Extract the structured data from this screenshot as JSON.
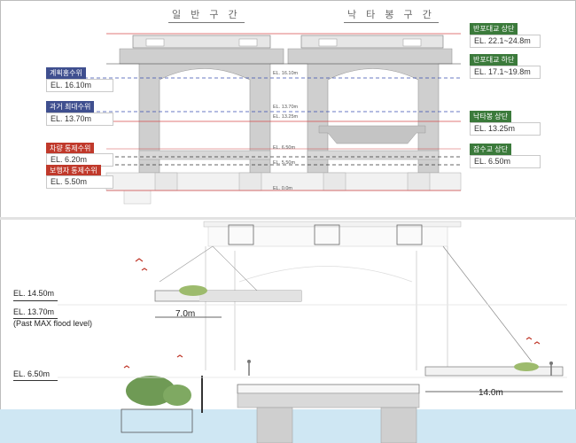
{
  "top": {
    "section_general": "일 반 구 간",
    "section_sunset": "낙 타 봉 구 간",
    "left_labels": [
      {
        "title": "계획홍수위",
        "value": "EL. 16.10m",
        "color": "#3f4f8f"
      },
      {
        "title": "과거 최대수위",
        "value": "EL. 13.70m",
        "color": "#3f4f8f"
      },
      {
        "title": "차량 통제수위",
        "value": "EL. 6.20m",
        "color": "#c0392b"
      },
      {
        "title": "보행자 통제수위",
        "value": "EL. 5.50m",
        "color": "#c0392b"
      }
    ],
    "right_labels": [
      {
        "title": "반포대교 상단",
        "value": "EL. 22.1~24.8m",
        "color": "#3b7a3b"
      },
      {
        "title": "반포대교 하단",
        "value": "EL. 17.1~19.8m",
        "color": "#3b7a3b"
      },
      {
        "title": "낙타봉 상단",
        "value": "EL. 13.25m",
        "color": "#3b7a3b"
      },
      {
        "title": "잠수교 상단",
        "value": "EL. 6.50m",
        "color": "#3b7a3b"
      }
    ],
    "center_marks": [
      "EL. 16.10m",
      "EL. 13.70m",
      "EL. 13.25m",
      "EL. 6.50m",
      "EL. 5.50m",
      "EL. 0.0m"
    ]
  },
  "bottom": {
    "el_high": "EL. 14.50m",
    "el_mid": "EL. 13.70m",
    "el_mid_note": "(Past MAX flood level)",
    "el_low": "EL. 6.50m",
    "dim_left": "7.0m",
    "dim_right": "14.0m"
  },
  "colors": {
    "pier": "#cfcfcf",
    "water": "#cfe7f3",
    "red_line": "#d64b4b",
    "blue_dash": "#3a4fb0",
    "green": "#3b7a3b"
  }
}
